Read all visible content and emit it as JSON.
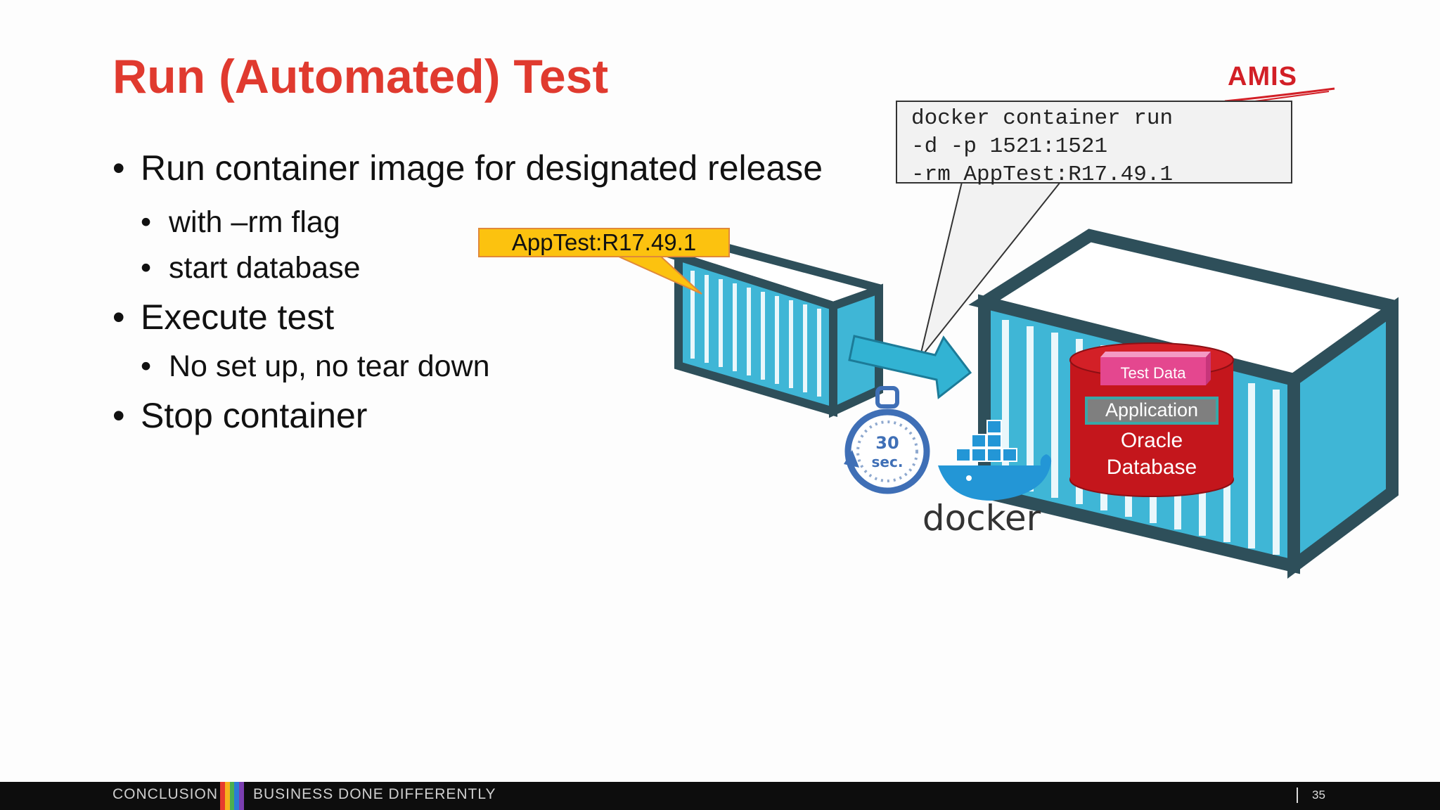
{
  "slide": {
    "title": "Run (Automated) Test",
    "logo": "AMIS",
    "bullets": [
      {
        "level": 1,
        "text": "Run container image for designated release"
      },
      {
        "level": 2,
        "text": "with –rm flag"
      },
      {
        "level": 2,
        "text": "start database"
      },
      {
        "level": 1,
        "text": "Execute test"
      },
      {
        "level": 2,
        "text": "No set up, no tear down"
      },
      {
        "level": 1,
        "text": "Stop container"
      }
    ],
    "bullet_symbol": "•",
    "command": {
      "line1": "docker container run",
      "line2": "-d -p 1521:1521",
      "line3": "-rm AppTest:R17.49.1"
    },
    "image_tag": "AppTest:R17.49.1",
    "database": {
      "test_data": "Test Data",
      "application": "Application",
      "name_line1": "Oracle",
      "name_line2": "Database"
    },
    "timer": {
      "value": "30",
      "unit": "sec."
    },
    "docker_text": "docker"
  },
  "footer": {
    "left": "CONCLUSION",
    "middle": "BUSINESS DONE DIFFERENTLY",
    "page_number": "35"
  },
  "colors": {
    "title": "#e03a2f",
    "container": "#3fb6d6",
    "container_dark": "#2e4f5a",
    "database": "#c4161c",
    "test_data": "#e4478f",
    "tag": "#fcc20f",
    "docker": "#2396d6"
  },
  "icons": [
    "amis-logo",
    "container-icon",
    "arrow-icon",
    "stopwatch-icon",
    "docker-whale-icon",
    "database-cylinder-icon"
  ]
}
